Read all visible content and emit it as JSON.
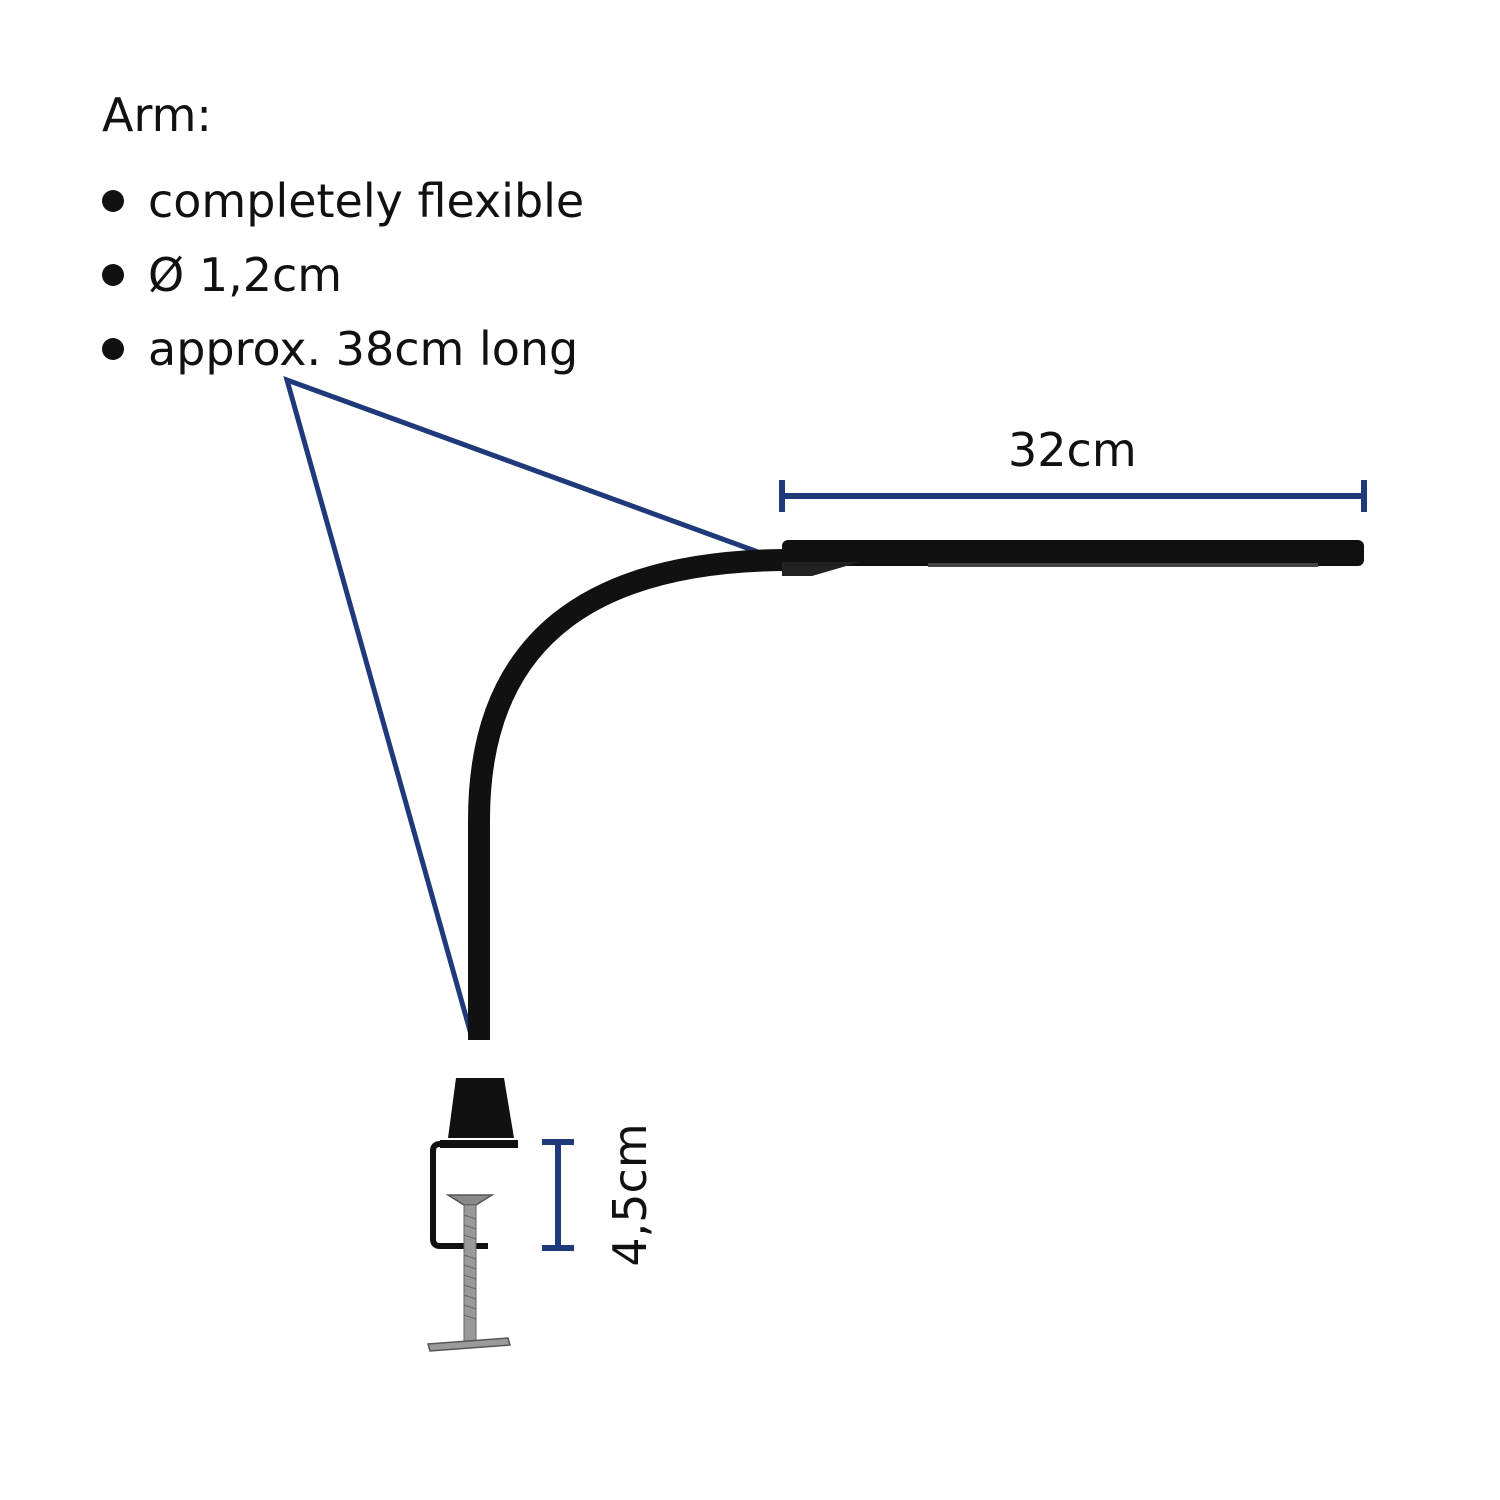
{
  "spec": {
    "title": "Arm:",
    "items": [
      {
        "label": "completely flexible"
      },
      {
        "label": "Ø 1,2cm"
      },
      {
        "label": "approx. 38cm long"
      }
    ]
  },
  "dimensions": {
    "lamp_head_length": "32cm",
    "clamp_opening": "4,5cm"
  },
  "colors": {
    "accent": "#1f3a7a",
    "lamp": "#111111",
    "text": "#111111",
    "screw": "#8a8a8a"
  }
}
